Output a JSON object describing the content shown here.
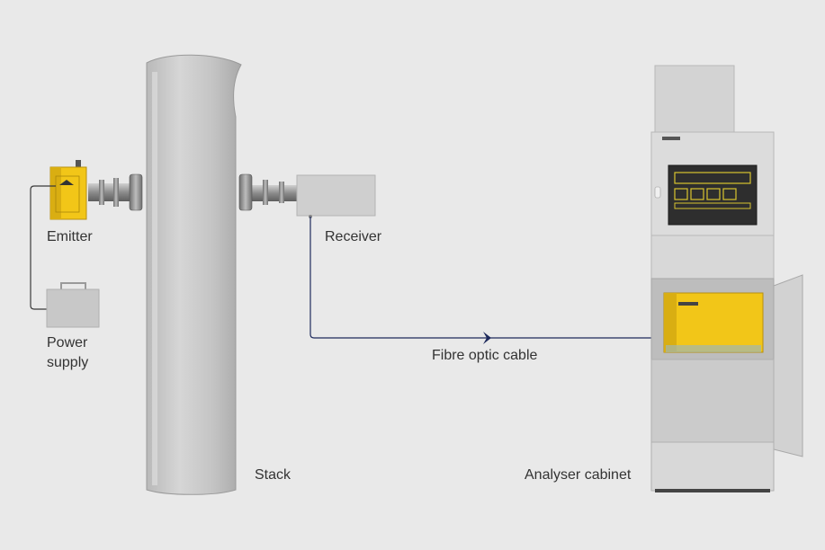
{
  "labels": {
    "emitter": "Emitter",
    "power_supply_line1": "Power",
    "power_supply_line2": "supply",
    "receiver": "Receiver",
    "fibre_optic_cable": "Fibre optic cable",
    "stack": "Stack",
    "analyser_cabinet": "Analyser cabinet"
  },
  "colors": {
    "background": "#e9e9e9",
    "accent_yellow": "#f2c618",
    "cable_blue": "#1e2a5c",
    "grey_device": "#c8c8c8"
  }
}
